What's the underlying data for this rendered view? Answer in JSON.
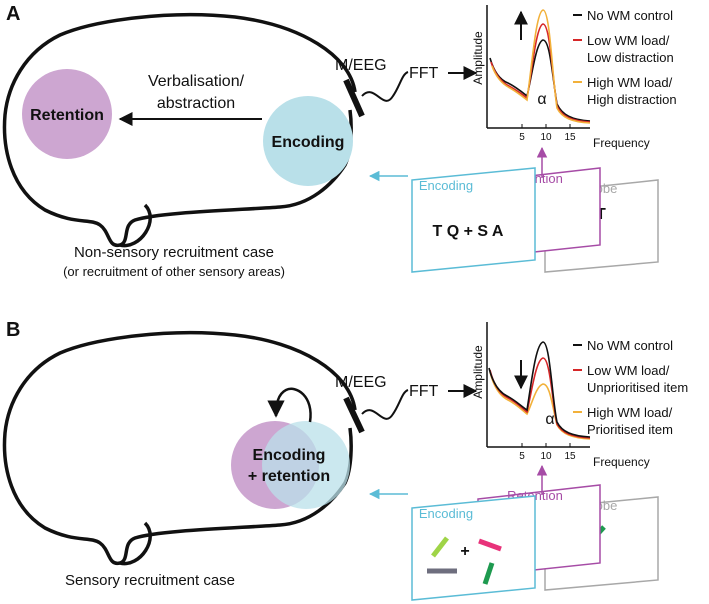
{
  "panels": {
    "A": {
      "letter": "A",
      "retention": "Retention",
      "encoding": "Encoding",
      "arrow_label_1": "Verbalisation/",
      "arrow_label_2": "abstraction",
      "meeg": "M/EEG",
      "fft": "FFT",
      "case_title": "Non-sensory recruitment case",
      "case_subtitle": "(or recruitment of other sensory areas)",
      "plot": {
        "ylabel": "Amplitude",
        "xlabel": "Frequency",
        "ticks": [
          "5",
          "10",
          "15"
        ],
        "alpha": "α",
        "trend_arrow": "up"
      },
      "legend": [
        {
          "line1": "No WM control",
          "line2": "",
          "color": "#111111"
        },
        {
          "line1": "Low WM load/",
          "line2": "Low distraction",
          "color": "#d62728"
        },
        {
          "line1": "High WM load/",
          "line2": "High distraction",
          "color": "#f2b13a"
        }
      ],
      "cards": {
        "encoding": "Encoding",
        "retention": "Retention",
        "probe": "Probe",
        "encoding_content": "T Q + S A",
        "probe_content": "T"
      }
    },
    "B": {
      "letter": "B",
      "combined_1": "Encoding",
      "combined_2": "+ retention",
      "meeg": "M/EEG",
      "fft": "FFT",
      "case_title": "Sensory recruitment case",
      "plot": {
        "ylabel": "Amplitude",
        "xlabel": "Frequency",
        "ticks": [
          "5",
          "10",
          "15"
        ],
        "alpha": "α",
        "trend_arrow": "down"
      },
      "legend": [
        {
          "line1": "No WM control",
          "line2": "",
          "color": "#111111"
        },
        {
          "line1": "Low WM load/",
          "line2": "Unprioritised item",
          "color": "#d62728"
        },
        {
          "line1": "High WM load/",
          "line2": "Prioritised item",
          "color": "#f2b13a"
        }
      ],
      "cards": {
        "encoding": "Encoding",
        "retention": "Retention",
        "probe": "Probe",
        "encoding_content": "+"
      }
    }
  },
  "colors": {
    "retention_circle": "#c497c9",
    "encoding_circle": "#b9e0e9",
    "encoding_card": "#5bbcd6",
    "retention_card": "#a64ca6",
    "probe_card": "#a8a8a8",
    "overlap": "#9aa4cf"
  }
}
